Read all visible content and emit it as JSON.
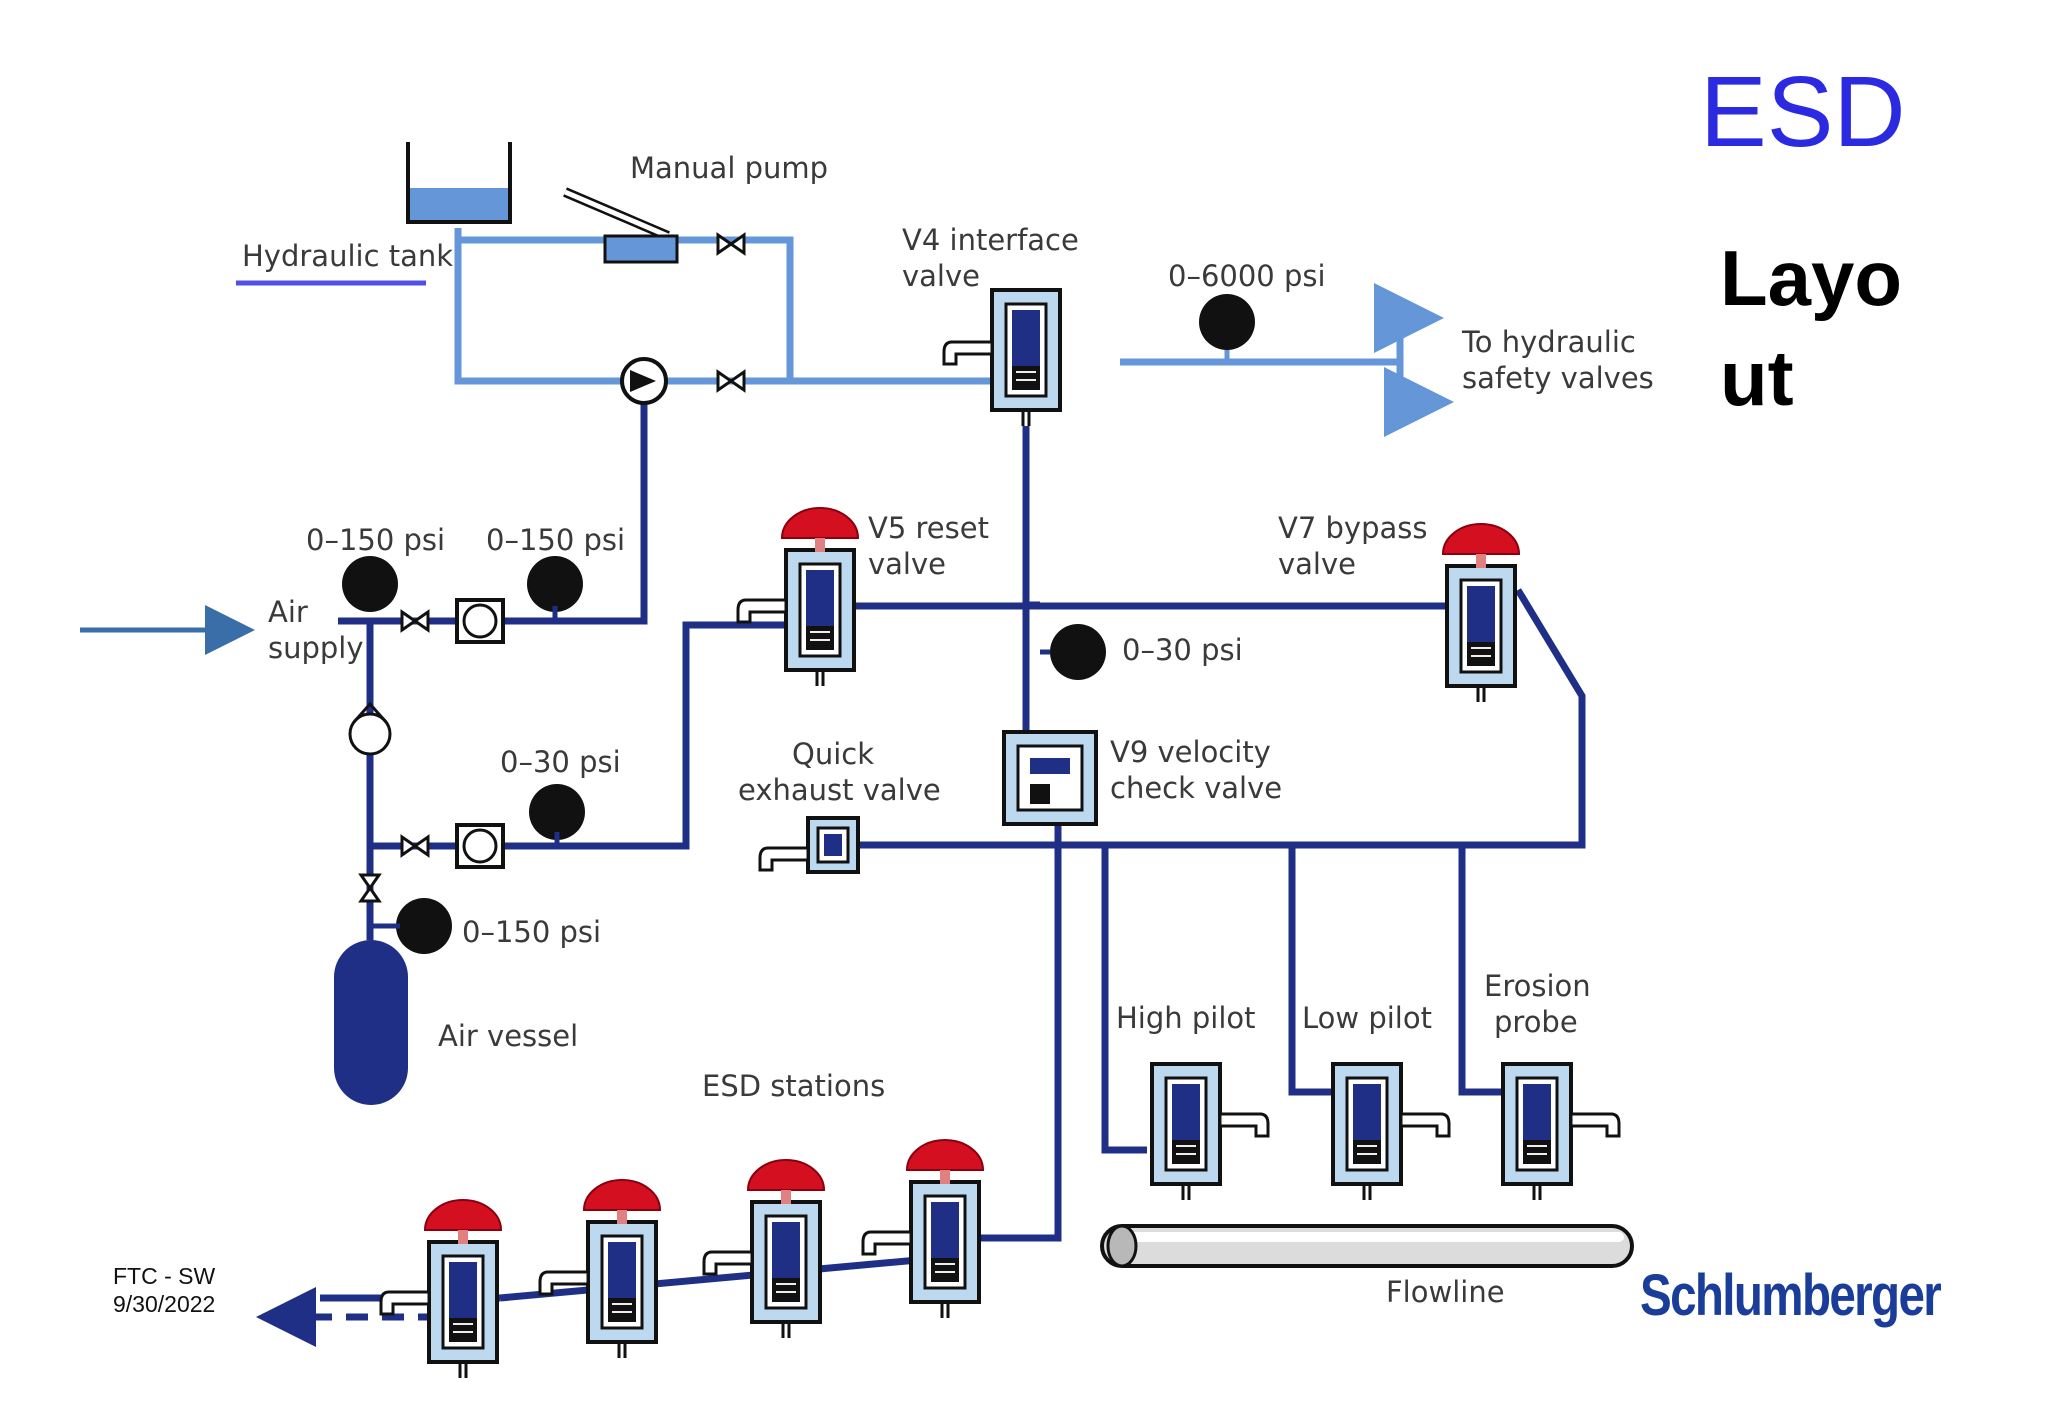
{
  "title": {
    "main": "ESD",
    "sub": "Layo\nut"
  },
  "footer": {
    "line1": "FTC - SW",
    "line2": "9/30/2022"
  },
  "logo": "Schlumberger",
  "colors": {
    "title_blue": "#2c2ae0",
    "line_dark": "#1f2f86",
    "line_light": "#6496d8",
    "valve_cap": "#d41020",
    "valve_light": "#bcd9f0",
    "logo_blue": "#1a3d9a"
  },
  "labels": {
    "manual_pump": "Manual pump",
    "hydraulic_tank": "Hydraulic tank",
    "v4_line1": "V4 interface",
    "v4_line2": "valve",
    "gauge_6000": "0–6000 psi",
    "to_hyd_line1": "To hydraulic",
    "to_hyd_line2": "safety valves",
    "gauge_150_a": "0–150 psi",
    "gauge_150_b": "0–150 psi",
    "v5_line1": "V5 reset",
    "v5_line2": "valve",
    "v7_line1": "V7 bypass",
    "v7_line2": "valve",
    "air_line1": "Air",
    "air_line2": "supply",
    "gauge_30_a": "0–30 psi",
    "gauge_30_b": "0–30 psi",
    "quick_line1": "Quick",
    "quick_line2": "exhaust valve",
    "v9_line1": "V9 velocity",
    "v9_line2": "check valve",
    "gauge_150_c": "0–150 psi",
    "air_vessel": "Air vessel",
    "esd_stations": "ESD stations",
    "high_pilot": "High pilot",
    "low_pilot": "Low pilot",
    "erosion_line1": "Erosion",
    "erosion_line2": "probe",
    "flowline": "Flowline"
  }
}
